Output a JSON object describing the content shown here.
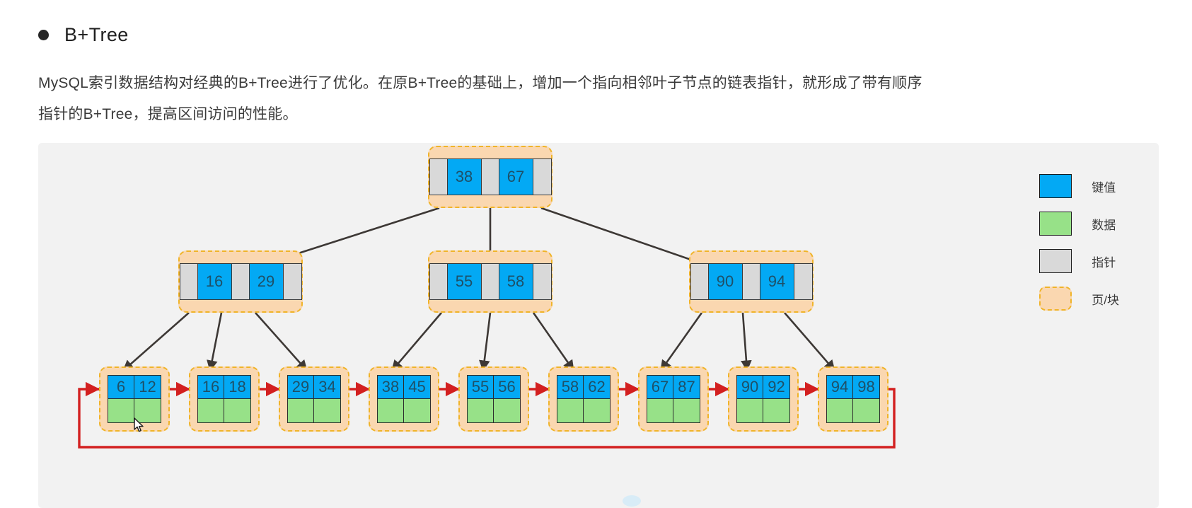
{
  "heading": {
    "bullet": "bullet-dot",
    "text": "B+Tree"
  },
  "paragraph": {
    "line1": "MySQL索引数据结构对经典的B+Tree进行了优化。在原B+Tree的基础上，增加一个指向相邻叶子节点的链表指针，就形成了带有顺序",
    "line2": "指针的B+Tree，提高区间访问的性能。"
  },
  "colors": {
    "key": "#03a9f4",
    "data": "#97e188",
    "pointer": "#d9d9d9",
    "page_fill": "#fad7b0",
    "page_border": "#f0b429",
    "link_arrow": "#d32020",
    "tree_edge": "#3d3835",
    "panel_bg": "#f2f2f2",
    "cell_text": "#1e5068"
  },
  "legend": {
    "items": [
      {
        "swatch": "key",
        "label": "键值"
      },
      {
        "swatch": "data",
        "label": "数据"
      },
      {
        "swatch": "ptr",
        "label": "指针"
      },
      {
        "swatch": "block",
        "label": "页/块"
      }
    ]
  },
  "tree": {
    "root": {
      "cells": [
        {
          "type": "ptr",
          "value": ""
        },
        {
          "type": "key",
          "value": "38"
        },
        {
          "type": "ptr",
          "value": ""
        },
        {
          "type": "key",
          "value": "67"
        },
        {
          "type": "ptr",
          "value": ""
        }
      ]
    },
    "internal": [
      {
        "cells": [
          {
            "type": "ptr",
            "value": ""
          },
          {
            "type": "key",
            "value": "16"
          },
          {
            "type": "ptr",
            "value": ""
          },
          {
            "type": "key",
            "value": "29"
          },
          {
            "type": "ptr",
            "value": ""
          }
        ]
      },
      {
        "cells": [
          {
            "type": "ptr",
            "value": ""
          },
          {
            "type": "key",
            "value": "55"
          },
          {
            "type": "ptr",
            "value": ""
          },
          {
            "type": "key",
            "value": "58"
          },
          {
            "type": "ptr",
            "value": ""
          }
        ]
      },
      {
        "cells": [
          {
            "type": "ptr",
            "value": ""
          },
          {
            "type": "key",
            "value": "90"
          },
          {
            "type": "ptr",
            "value": ""
          },
          {
            "type": "key",
            "value": "94"
          },
          {
            "type": "ptr",
            "value": ""
          }
        ]
      }
    ],
    "leaves": [
      {
        "keys": [
          "6",
          "12"
        ],
        "data": [
          "",
          ""
        ]
      },
      {
        "keys": [
          "16",
          "18"
        ],
        "data": [
          "",
          ""
        ]
      },
      {
        "keys": [
          "29",
          "34"
        ],
        "data": [
          "",
          ""
        ]
      },
      {
        "keys": [
          "38",
          "45"
        ],
        "data": [
          "",
          ""
        ]
      },
      {
        "keys": [
          "55",
          "56"
        ],
        "data": [
          "",
          ""
        ]
      },
      {
        "keys": [
          "58",
          "62"
        ],
        "data": [
          "",
          ""
        ]
      },
      {
        "keys": [
          "67",
          "87"
        ],
        "data": [
          "",
          ""
        ]
      },
      {
        "keys": [
          "90",
          "92"
        ],
        "data": [
          "",
          ""
        ]
      },
      {
        "keys": [
          "94",
          "98"
        ],
        "data": [
          "",
          ""
        ]
      }
    ]
  }
}
